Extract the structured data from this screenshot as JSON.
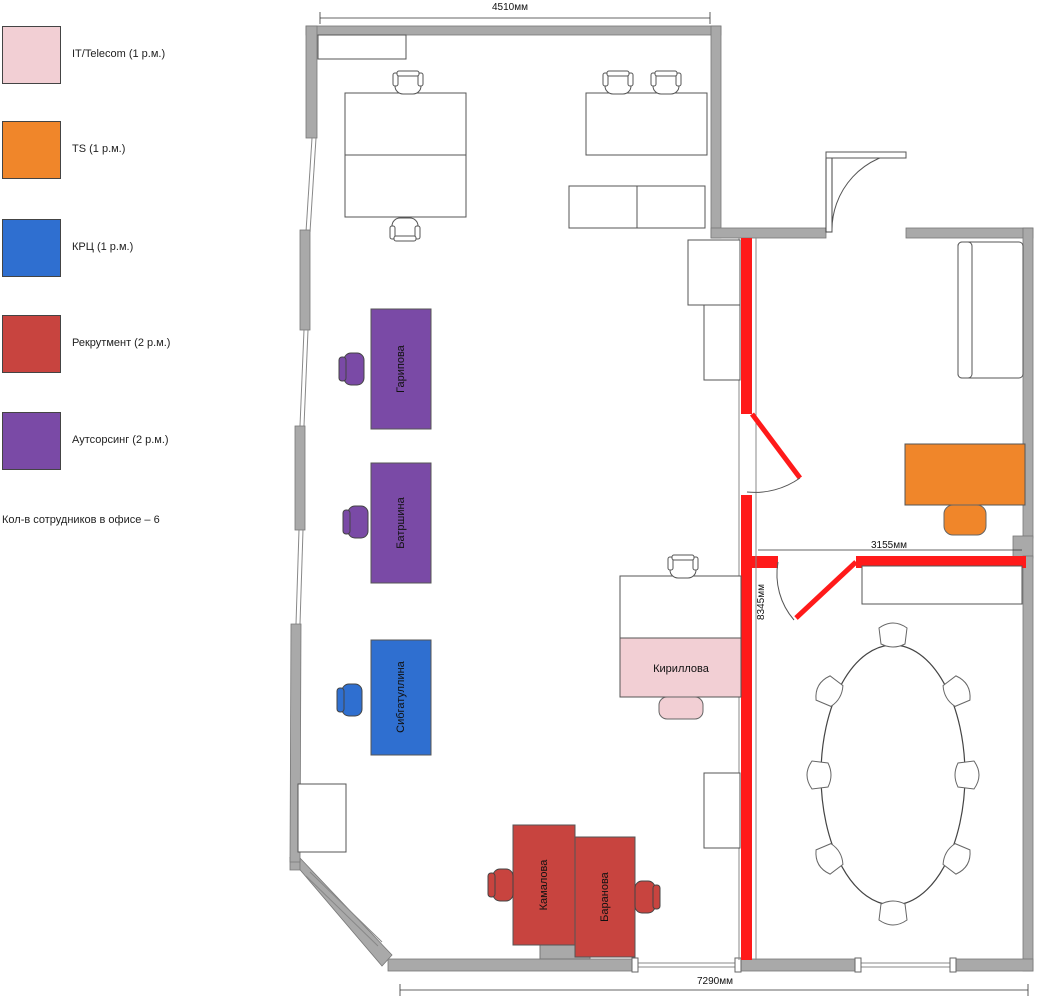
{
  "legend": {
    "items": [
      {
        "label": "IT/Telecom (1 р.м.)",
        "color": "#f2cfd4"
      },
      {
        "label": "TS (1 р.м.)",
        "color": "#f0862a"
      },
      {
        "label": "КРЦ (1 р.м.)",
        "color": "#2f6fd0"
      },
      {
        "label": "Рекрутмент (2 р.м.)",
        "color": "#c8443f"
      },
      {
        "label": "Аутсорсинг (2 р.м.)",
        "color": "#7a4aa6"
      }
    ],
    "note": "Кол-в сотрудников в офисе – 6"
  },
  "dimensions": {
    "top": "4510мм",
    "bottom": "7290мм",
    "room_width": "3155мм",
    "corridor_length": "8345мм"
  },
  "desks": {
    "garipova": "Гарипова",
    "batrshina": "Батршина",
    "sibgatullina": "Сибгатуллина",
    "kirillova": "Кириллова",
    "kamalova": "Камалова",
    "baranova": "Баранова"
  },
  "colors": {
    "wall": "#a9a9a9",
    "partition": "#ff1a1a",
    "furniture_stroke": "#555555"
  }
}
